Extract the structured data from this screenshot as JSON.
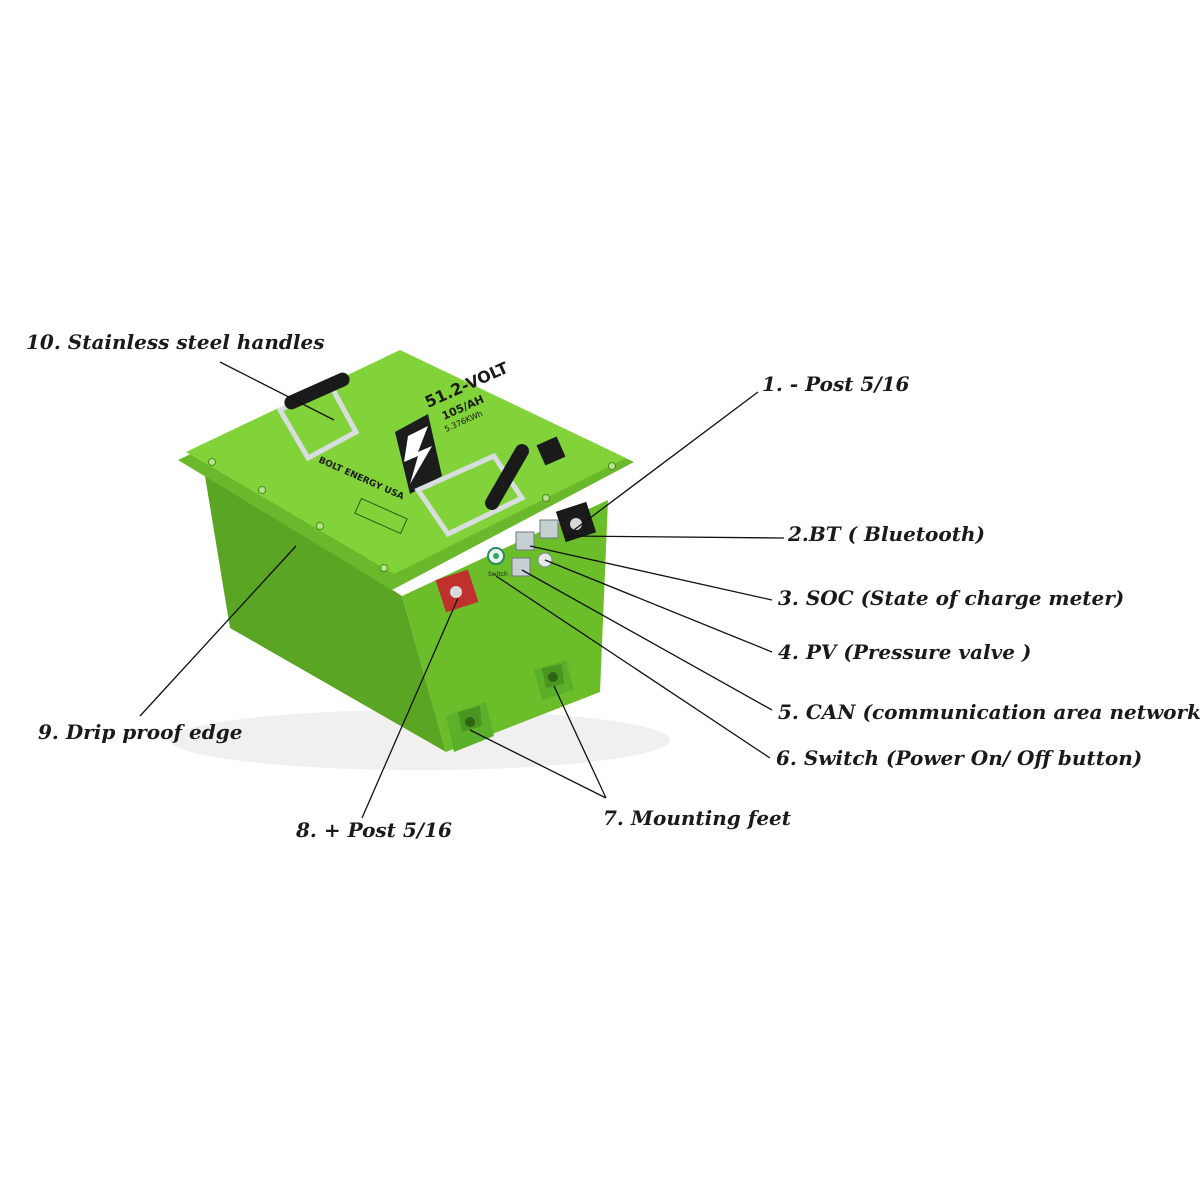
{
  "callouts": {
    "negative_post": "1. - Post  5/16",
    "bluetooth": "2.BT ( Bluetooth)",
    "soc": "3. SOC (State of charge meter)",
    "pressure_valve": "4. PV (Pressure valve )",
    "can": "5. CAN (communication area network)",
    "switch": "6. Switch (Power On/ Off  button)",
    "mounting_feet": "7. Mounting feet",
    "positive_post": "8. + Post 5/16",
    "drip_edge": "9. Drip proof edge",
    "handles": "10. Stainless steel handles"
  },
  "battery": {
    "voltage": "51.2-VOLT",
    "capacity": "105/AH",
    "energy": "5.376KWh",
    "brand": "BOLT ENERGY USA",
    "switch_label": "Switch"
  },
  "colors": {
    "body_green": "#6bbe2a",
    "lid_green": "#82d23a",
    "text_dark": "#1a1a1a"
  }
}
